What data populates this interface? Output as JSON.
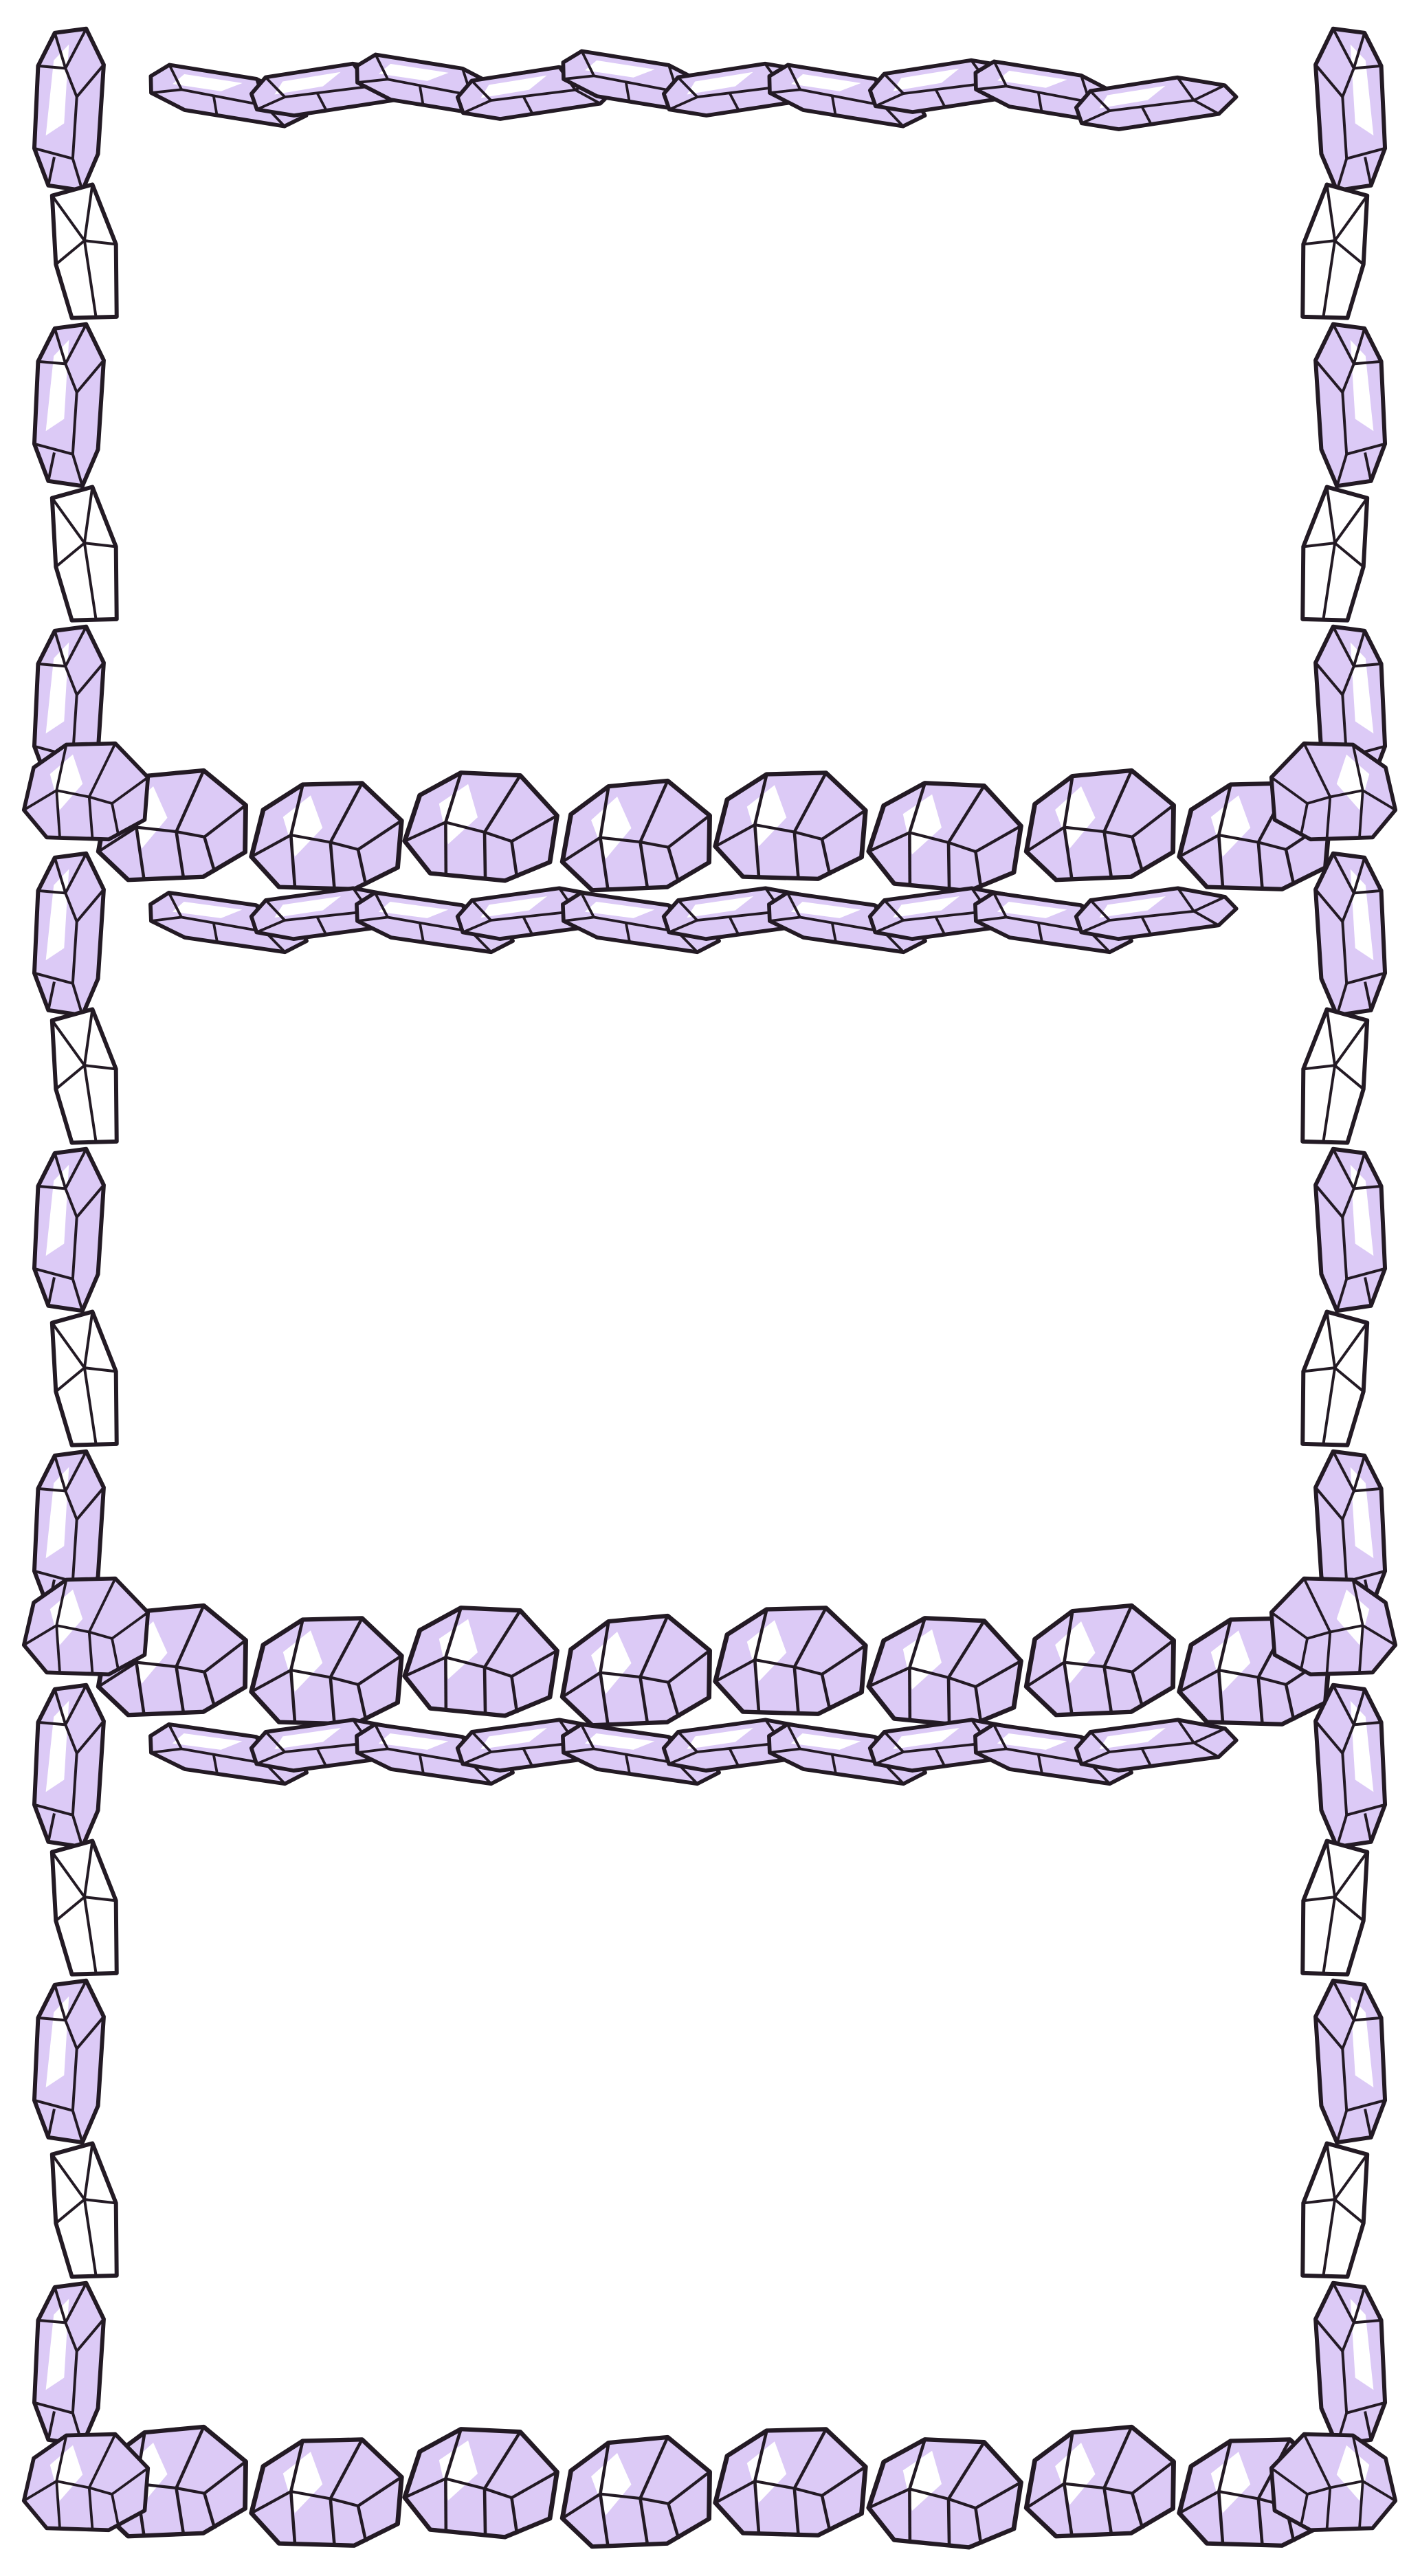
{
  "page": {
    "background": "#ffffff"
  },
  "crystal_style": {
    "fill": "#dccaf6",
    "outline": "#231a24",
    "highlight": "#ffffff"
  },
  "panels": [
    {
      "id": "panel-1",
      "content": ""
    },
    {
      "id": "panel-2",
      "content": ""
    },
    {
      "id": "panel-3",
      "content": ""
    }
  ]
}
